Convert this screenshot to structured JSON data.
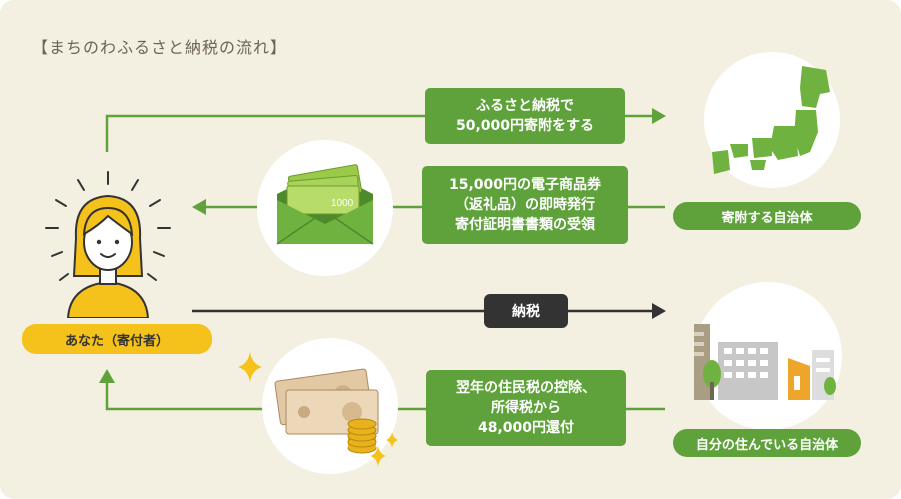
{
  "title": "【まちのわふるさと納税の流れ】",
  "nodes": {
    "you": "あなた（寄付者）",
    "donated_municipality": "寄附する自治体",
    "home_municipality": "自分の住んでいる自治体"
  },
  "steps": {
    "donation": [
      "ふるさと納税で",
      "50,000円寄附をする"
    ],
    "gift": [
      "15,000円の電子商品券",
      "（返礼品）の即時発行",
      "寄付証明書書類の受領"
    ],
    "tax": "納税",
    "deduction": [
      "翌年の住民税の控除、",
      "所得税から",
      "48,000円還付"
    ]
  },
  "banknote_labels": [
    "1000",
    "1000",
    "1000"
  ],
  "colors": {
    "green": "#5fa23c",
    "yellow": "#f5c21c",
    "dark": "#333333",
    "background": "#f3efe1"
  }
}
